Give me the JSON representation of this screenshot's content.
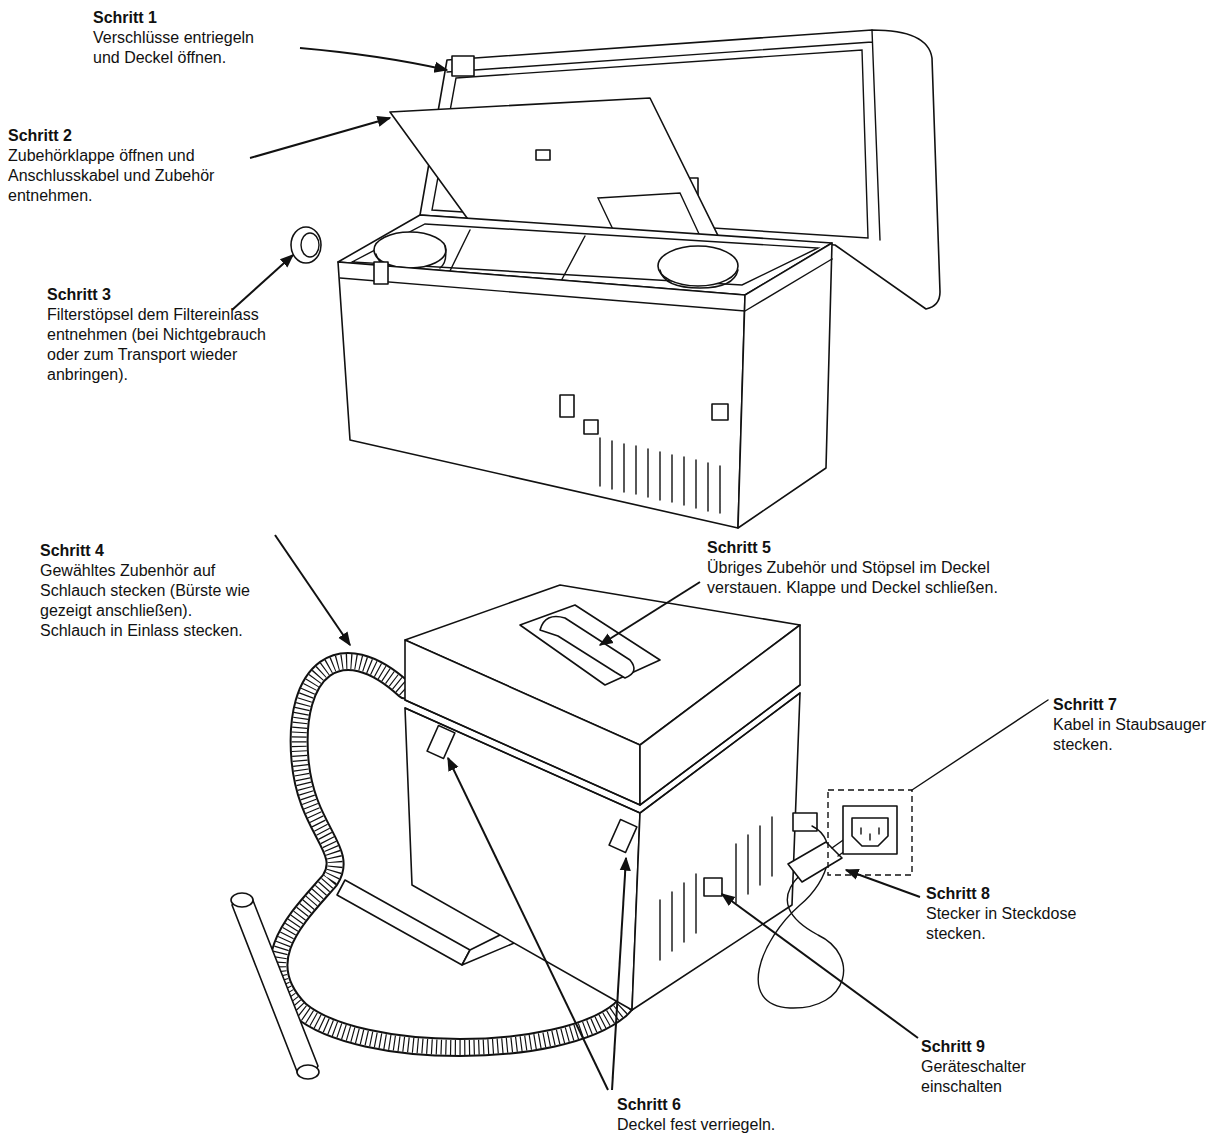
{
  "diagram": {
    "labels": [
      "Schritt 1",
      "Verschlüsse entriegeln und Deckel öffnen.",
      "Schritt 2",
      "Zubehörklappe öffnen und Anschlusskabel und Zubehör entnehmen.",
      "Schritt 3",
      "Filterstöpsel dem Filtereinlass entnehmen (bei Nichtgebrauch oder zum Transport wieder anbringen).",
      "Schritt 4",
      "Gewähltes Zubenhör auf Schlauch stecken (Bürste wie gezeigt anschließen). Schlauch in Einlass stecken.",
      "Schritt 5",
      "Übriges Zubehör und Stöpsel im Deckel verstauen. Klappe und Deckel schließen.",
      "Schritt 6",
      "Deckel fest verriegeln.",
      "Schritt 7",
      "Kabel in Staubsauger stecken.",
      "Schritt 8",
      "Stecker in Steckdose stecken.",
      "Schritt 9",
      "Geräteschalter einschalten"
    ]
  }
}
